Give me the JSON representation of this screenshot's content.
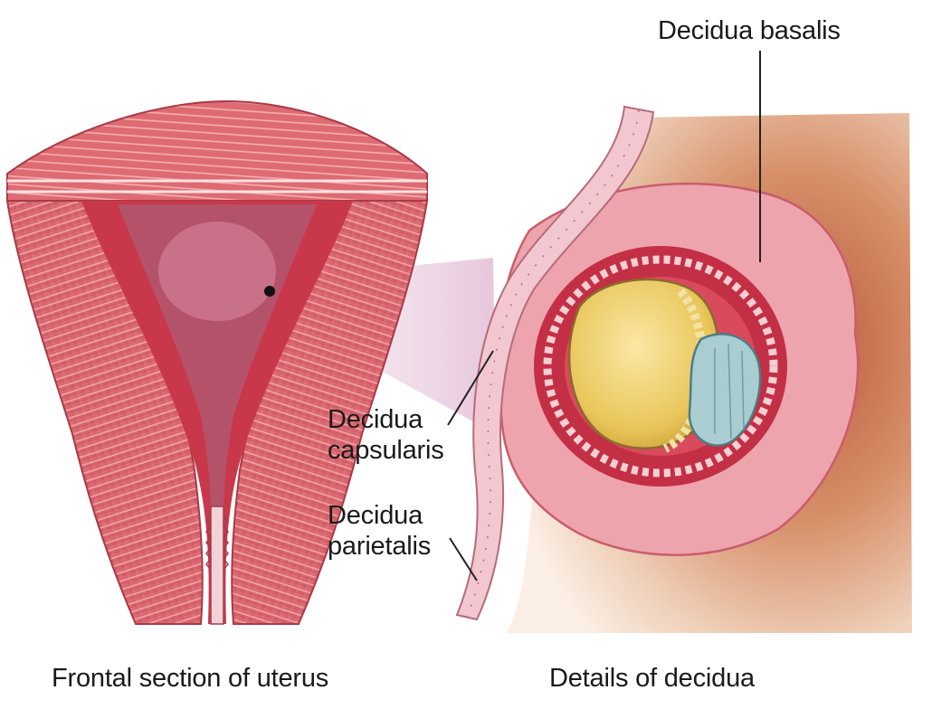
{
  "labels": {
    "decidua_basalis": "Decidua basalis",
    "decidua_capsularis": [
      "Decidua",
      "capsularis"
    ],
    "decidua_parietalis": [
      "Decidua",
      "parietalis"
    ]
  },
  "captions": {
    "left": "Frontal section of uterus",
    "right": "Details of decidua"
  },
  "colors": {
    "muscle": "#d9656d",
    "muscle_light": "#e98b8e",
    "endometrium": "#c9384a",
    "cavity": "#b84a5c",
    "decidua_pink": "#eea4ad",
    "tissue_tan": "#c98a64",
    "yolk": "#e7c458",
    "embryonic_disc": "#a9cdd1",
    "leader_line": "#222222"
  }
}
